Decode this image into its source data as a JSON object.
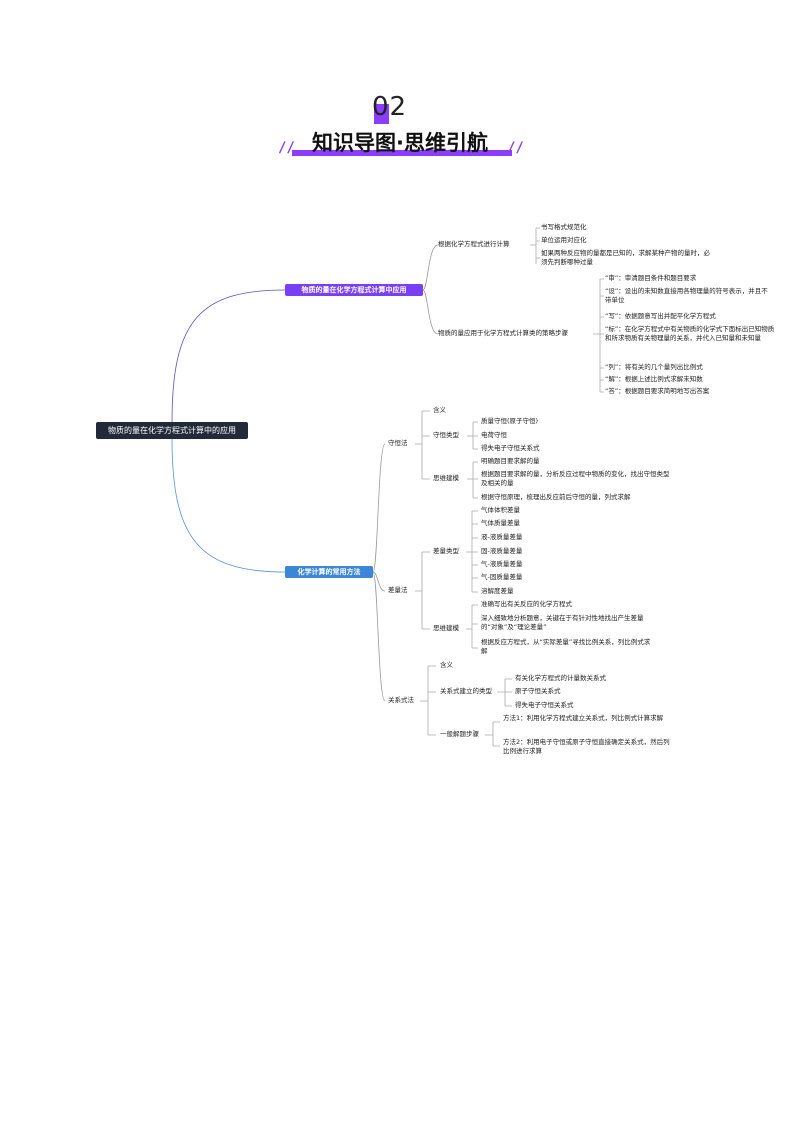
{
  "header": {
    "number": "02",
    "title": "知识导图·思维引航"
  },
  "root": "物质的量在化学方程式计算中的应用",
  "branch1": {
    "label": "物质的量在化学方程式计算中应用",
    "color": "#7a3ff2",
    "sub1": {
      "label": "根据化学方程式进行计算",
      "items": [
        "书写格式规范化",
        "单位运用对应化",
        "如果两种反应物的量都是已知的，求解某种产物的量时，必须先判断哪种过量"
      ]
    },
    "sub2": {
      "label": "物质的量应用于化学方程式计算类的策略步骤",
      "items": [
        "“审”：审清题目条件和题目要求",
        "“设”：设出的未知数直接用各物理量的符号表示，并且不带单位",
        "“写”：依据题意写出并配平化学方程式",
        "“标”：在化学方程式中有关物质的化学式下面标出已知物质和所求物质有关物理量的关系，并代入已知量和未知量",
        "“列”：将有关的几个量列出比例式",
        "“解”：根据上述比例式求解未知数",
        "“答”：根据题目要求简明地写出答案"
      ]
    }
  },
  "branch2": {
    "label": "化学计算的常用方法",
    "color": "#3b86d6",
    "shouheng": {
      "label": "守恒法",
      "hanyi": "含义",
      "leixing": {
        "label": "守恒类型",
        "items": [
          "质量守恒(原子守恒)",
          "电荷守恒",
          "得失电子守恒关系式"
        ]
      },
      "siwei": {
        "label": "思维建模",
        "items": [
          "明确题目要求解的量",
          "根据题目要求解的量，分析反应过程中物质的变化，找出守恒类型及相关的量",
          "根据守恒原理，梳理出反应前后守恒的量，列式求解"
        ]
      }
    },
    "chaliang": {
      "label": "差量法",
      "leixing": {
        "label": "差量类型",
        "items": [
          "气体体积差量",
          "气体质量差量",
          "液-液质量差量",
          "固-液质量差量",
          "气-液质量差量",
          "气-固质量差量",
          "溶解度差量"
        ]
      },
      "siwei": {
        "label": "思维建模",
        "items": [
          "准确写出有关反应的化学方程式",
          "深入细致地分析题意，关键在于有针对性地找出产生差量的“对象”及“理论差量”",
          "根据反应方程式，从“实际差量”寻找比例关系，列比例式求解"
        ]
      }
    },
    "guanxi": {
      "label": "关系式法",
      "hanyi": "含义",
      "leixing": {
        "label": "关系式建立的类型",
        "items": [
          "有关化学方程式的计量数关系式",
          "原子守恒关系式",
          "得失电子守恒关系式"
        ]
      },
      "buzhou": {
        "label": "一般解题步骤",
        "items": [
          "方法1：利用化学方程式建立关系式，列比例式计算求解",
          "方法2：利用电子守恒或原子守恒直接确定关系式，然后列比例进行求算"
        ]
      }
    }
  }
}
